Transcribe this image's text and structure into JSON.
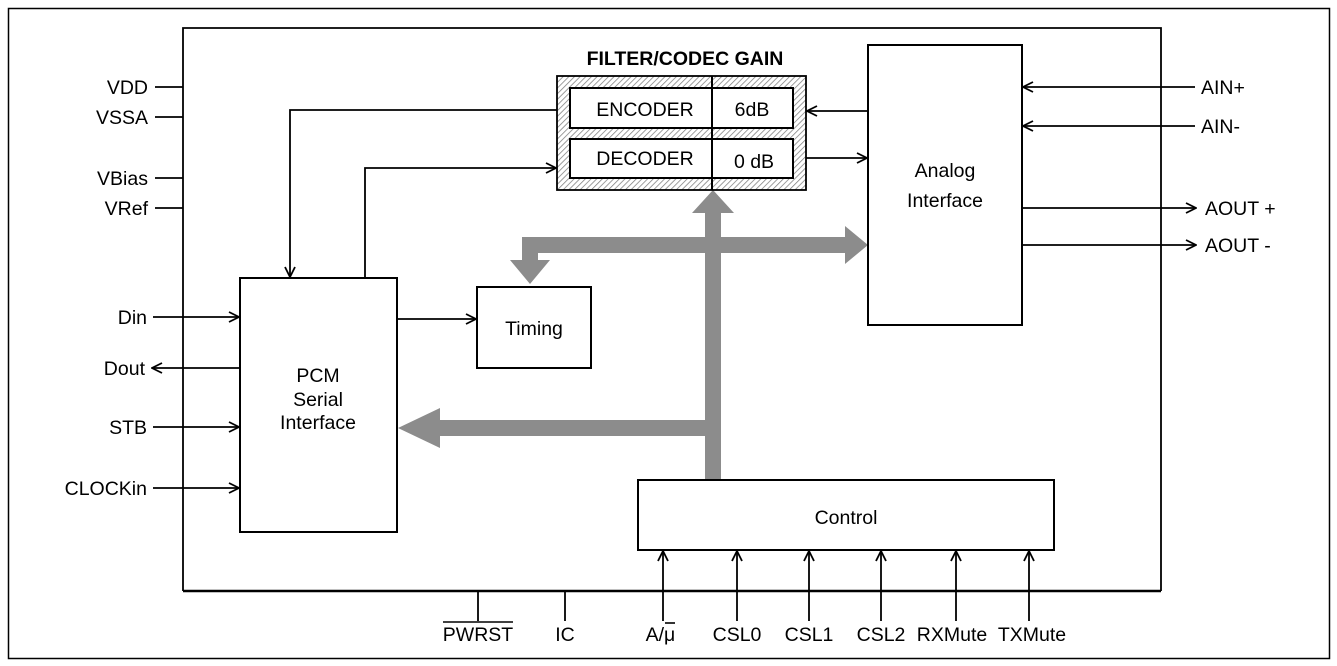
{
  "colors": {
    "line": "#000000",
    "bus": "#8c8c8c",
    "hatch": "#7d7d7d"
  },
  "filter_codec_gain": {
    "title": "FILTER/CODEC GAIN",
    "encoder": {
      "label": "ENCODER",
      "gain": "6dB"
    },
    "decoder": {
      "label": "DECODER",
      "gain": "0 dB"
    }
  },
  "blocks": {
    "pcm_serial_interface": [
      "PCM",
      "Serial",
      "Interface"
    ],
    "timing": "Timing",
    "analog_interface": [
      "Analog",
      "Interface"
    ],
    "control": "Control"
  },
  "pins": {
    "left": {
      "vdd": "VDD",
      "vssa": "VSSA",
      "vbias": "VBias",
      "vref": "VRef",
      "din": "Din",
      "dout": "Dout",
      "stb": "STB",
      "clockin": "CLOCKin"
    },
    "right": {
      "ain_plus": "AIN+",
      "ain_minus": "AIN-",
      "aout_plus": "AOUT +",
      "aout_minus": "AOUT -"
    },
    "bottom": {
      "pwrst": "PWRST",
      "ic": "IC",
      "a_mu": {
        "prefix": "A/",
        "overlined": "μ"
      },
      "csl0": "CSL0",
      "csl1": "CSL1",
      "csl2": "CSL2",
      "rxmute": "RXMute",
      "txmute": "TXMute"
    }
  }
}
